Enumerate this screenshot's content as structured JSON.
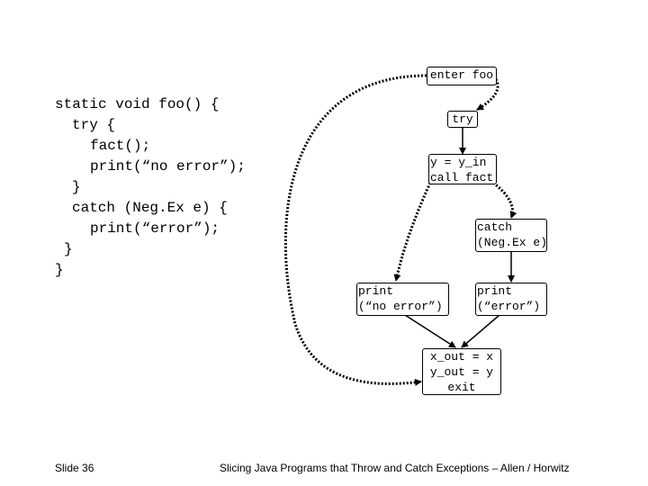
{
  "code_lines": [
    "static void foo() {",
    "try {",
    "fact();",
    "print(“no error”);",
    "}",
    "catch (Neg.Ex e) {",
    "print(“error”);",
    "}",
    "}"
  ],
  "nodes": {
    "enter": [
      "enter foo"
    ],
    "try": [
      "try"
    ],
    "call": [
      "y = y_in",
      "call fact"
    ],
    "catch": [
      "catch",
      "(Neg.Ex e)"
    ],
    "print_noerror": [
      "print",
      "(“no error”)"
    ],
    "print_error": [
      "print",
      "(“error”)"
    ],
    "exit": [
      "x_out = x",
      "y_out = y",
      "exit"
    ]
  },
  "footer": {
    "slide": "Slide 36",
    "title": "Slicing Java Programs that Throw and Catch Exceptions – Allen / Horwitz"
  }
}
